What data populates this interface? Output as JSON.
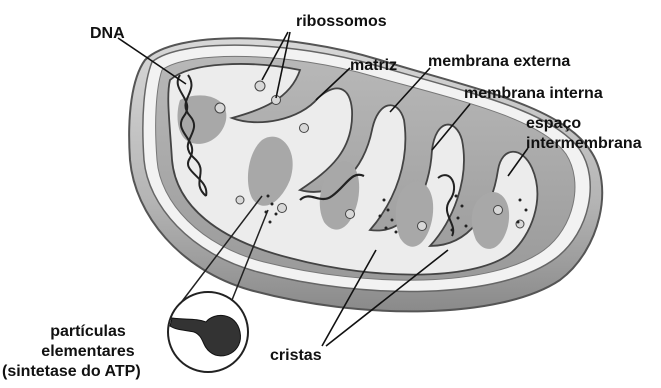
{
  "diagram": {
    "labels": {
      "dna": "DNA",
      "ribossomos": "ribossomos",
      "matriz": "matriz",
      "membrana_externa": "membrana externa",
      "membrana_interna": "membrana interna",
      "espaco_line1": "espaço",
      "espaco_line2": "intermembrana",
      "particulas_line1": "partículas",
      "particulas_line2": "elementares",
      "particulas_line3": "(sintetase do ATP)",
      "cristas": "cristas"
    }
  }
}
